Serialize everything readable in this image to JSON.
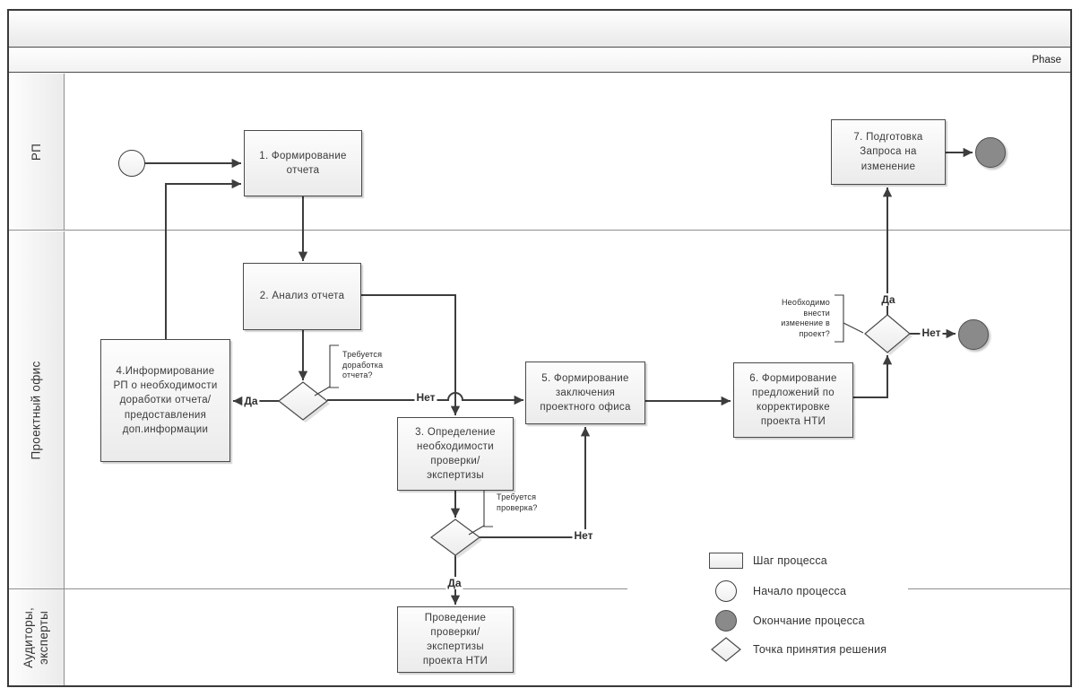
{
  "header": {
    "title": "",
    "phase_label": "Phase"
  },
  "lanes": [
    {
      "label": "РП"
    },
    {
      "label": "Проектный офис"
    },
    {
      "label": "Аудиторы, эксперты"
    }
  ],
  "steps": {
    "s1": "1. Формирование отчета",
    "s2": "2. Анализ отчета",
    "s3": "3. Определение необходимости проверки/ экспертизы",
    "s4": "4.Информирование РП о необходимости доработки отчета/ предоставления доп.информации",
    "s5": "5. Формирование заключения проектного офиса",
    "s6": "6. Формирование предложений по корректировке проекта НТИ",
    "s7": "7. Подготовка Запроса на изменение",
    "s_audit": "Проведение проверки/ экспертизы проекта НТИ"
  },
  "decisions": {
    "d1_note": "Требуется доработка отчета?",
    "d2_note": "Требуется проверка?",
    "d3_note": "Необходимо внести изменение в проект?"
  },
  "edge_labels": {
    "d1_yes": "Да",
    "d1_no": "Нет",
    "d2_yes": "Да",
    "d2_no": "Нет",
    "d3_yes": "Да",
    "d3_no": "Нет"
  },
  "legend": {
    "items": [
      {
        "icon": "process-step",
        "label": "Шаг процесса"
      },
      {
        "icon": "start",
        "label": "Начало процесса"
      },
      {
        "icon": "end",
        "label": "Окончание процесса"
      },
      {
        "icon": "decision",
        "label": "Точка принятия решения"
      }
    ]
  },
  "colors": {
    "line": "#3d3d3d",
    "box_border": "#4a4a4a",
    "shape_fill_top": "#fdfdfd",
    "shape_fill_bottom": "#ebebeb",
    "end_node_fill": "#8a8a8a",
    "lane_divider": "#8f8f8f"
  }
}
